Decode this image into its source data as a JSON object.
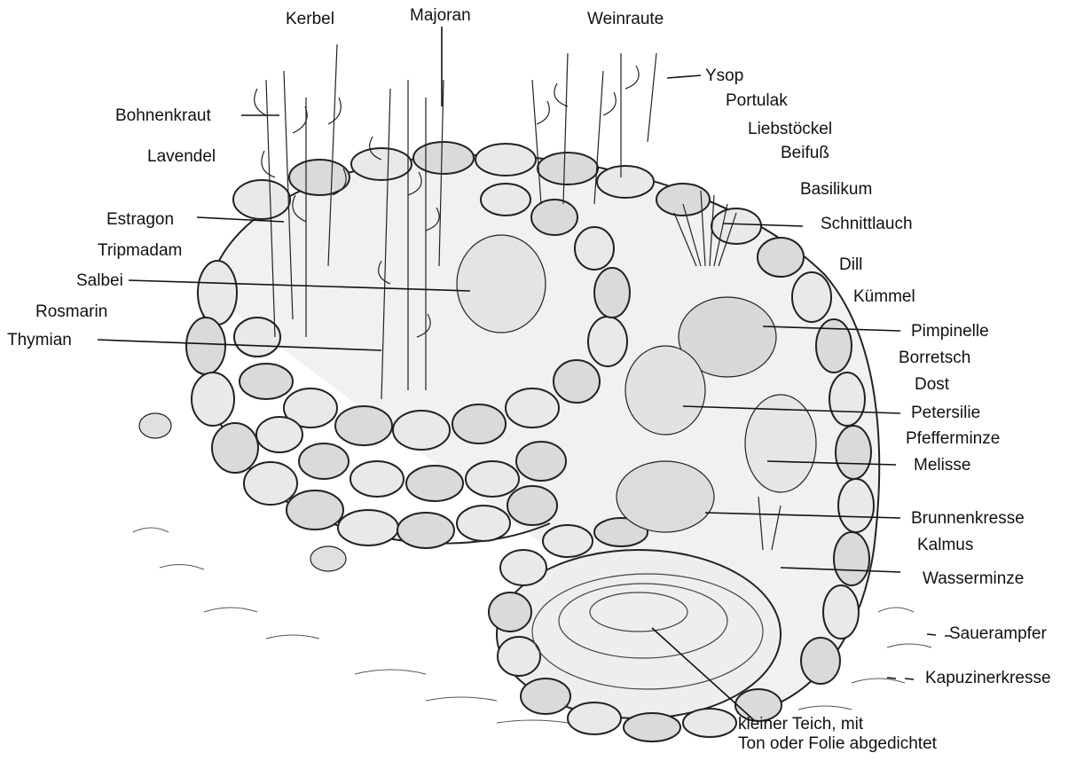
{
  "diagram": {
    "labels": {
      "kerbel": "Kerbel",
      "majoran": "Majoran",
      "weinraute": "Weinraute",
      "ysop": "Ysop",
      "portulak": "Portulak",
      "liebstoeckel": "Liebstöckel",
      "beifuss": "Beifuß",
      "basilikum": "Basilikum",
      "schnittlauch": "Schnittlauch",
      "dill": "Dill",
      "kuemmel": "Kümmel",
      "pimpinelle": "Pimpinelle",
      "borretsch": "Borretsch",
      "dost": "Dost",
      "petersilie": "Petersilie",
      "pfefferminze": "Pfefferminze",
      "melisse": "Melisse",
      "brunnenkresse": "Brunnenkresse",
      "kalmus": "Kalmus",
      "wasserminze": "Wasserminze",
      "sauerampfer": "Sauerampfer",
      "kapuzinerkresse": "Kapuzinerkresse",
      "teich_line1": "kleiner Teich, mit",
      "teich_line2": "Ton oder Folie abgedichtet",
      "bohnenkraut": "Bohnenkraut",
      "lavendel": "Lavendel",
      "estragon": "Estragon",
      "tripmadam": "Tripmadam",
      "salbei": "Salbei",
      "rosmarin": "Rosmarin",
      "thymian": "Thymian"
    }
  }
}
